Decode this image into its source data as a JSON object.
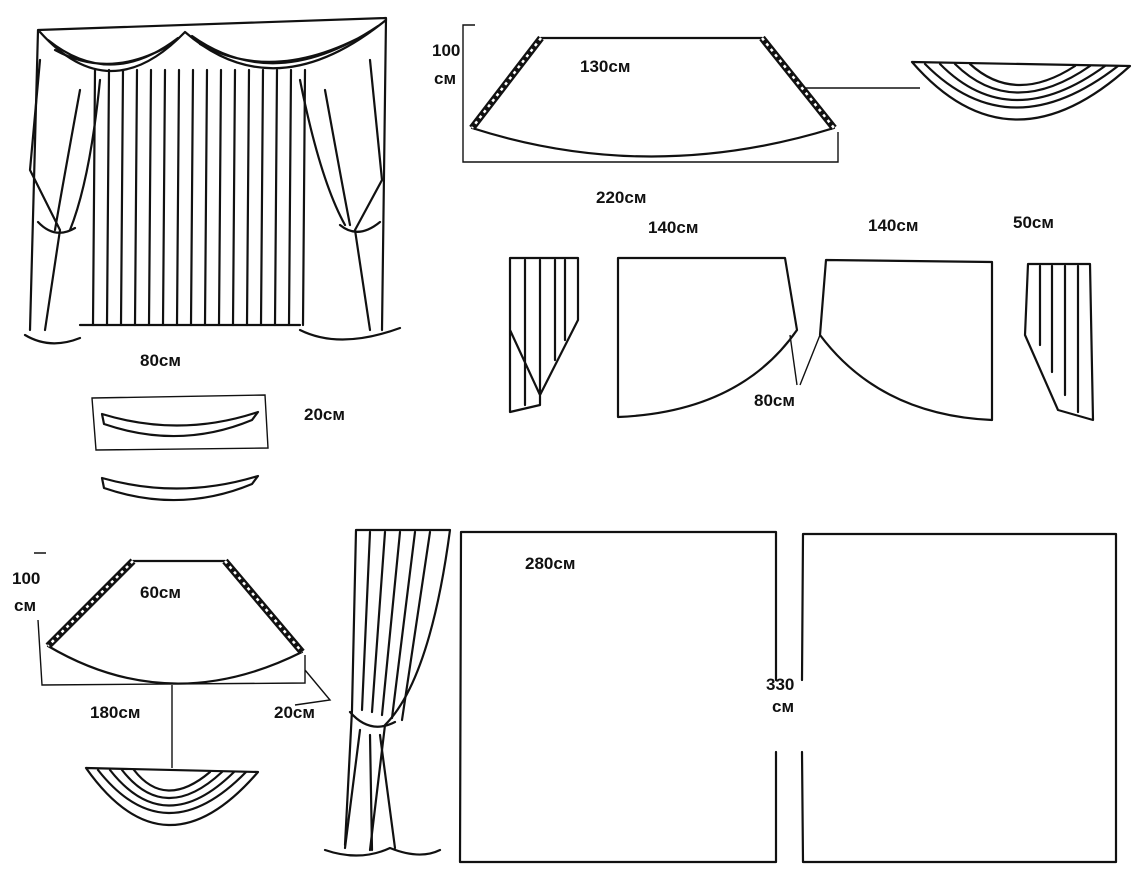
{
  "labels": {
    "swag1_height": "100",
    "swag1_height_unit": "см",
    "swag1_top": "130см",
    "swag1_width": "220см",
    "panel_left_width": "140см",
    "panel_right_width": "140см",
    "jabot_width": "50см",
    "panel_curve": "80см",
    "tieback_length": "80см",
    "tieback_width": "20см",
    "swag2_height": "100",
    "swag2_height_unit": "см",
    "swag2_top": "60см",
    "swag2_width": "180см",
    "swag2_trim": "20см",
    "curtain_width": "280см",
    "curtain_height": "330",
    "curtain_height_unit": "см"
  }
}
